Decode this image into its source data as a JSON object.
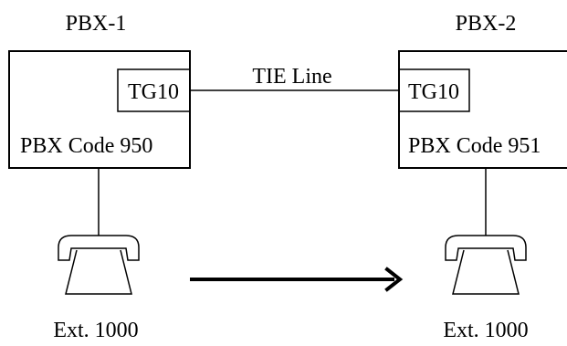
{
  "pbx1": {
    "title": "PBX-1",
    "trunk_group": "TG10",
    "code_label": "PBX Code 950",
    "extension": "Ext. 1000"
  },
  "pbx2": {
    "title": "PBX-2",
    "trunk_group": "TG10",
    "code_label": "PBX Code 951",
    "extension": "Ext. 1000"
  },
  "tie_line": {
    "label": "TIE Line"
  },
  "colors": {
    "stroke": "#000000",
    "background": "#ffffff"
  },
  "icons": {
    "phone": "telephone-icon",
    "arrow": "call-direction-arrow"
  }
}
